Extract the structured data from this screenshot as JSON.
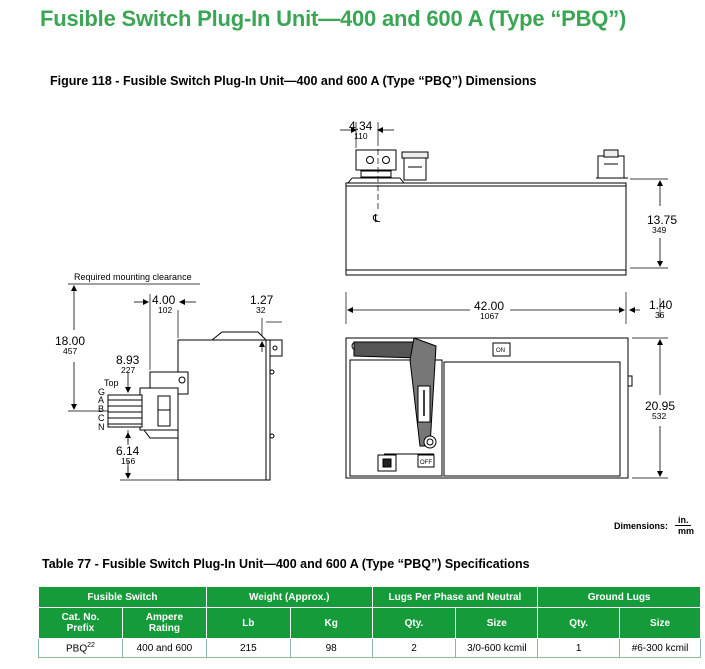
{
  "page": {
    "title": "Fusible Switch Plug-In Unit—400 and 600 A (Type “PBQ”)"
  },
  "figure": {
    "caption": "Figure 118 - Fusible Switch Plug-In Unit—400 and 600 A (Type “PBQ”) Dimensions",
    "required_clearance": "Required mounting clearance",
    "top_label": "Top",
    "phase_labels": [
      "G",
      "A",
      "B",
      "C",
      "N"
    ],
    "centerline_symbol": "℄",
    "on_label": "ON",
    "off_label": "OFF",
    "dims": {
      "top_width": {
        "in": "4.34",
        "mm": "110"
      },
      "height": {
        "in": "13.75",
        "mm": "349"
      },
      "length": {
        "in": "42.00",
        "mm": "1067"
      },
      "side_gap": {
        "in": "1.40",
        "mm": "36"
      },
      "front_height": {
        "in": "20.95",
        "mm": "532"
      },
      "clearance_height": {
        "in": "18.00",
        "mm": "457"
      },
      "offset_top": {
        "in": "4.00",
        "mm": "102"
      },
      "hook": {
        "in": "1.27",
        "mm": "32"
      },
      "stab_height": {
        "in": "8.93",
        "mm": "227"
      },
      "stab_bottom": {
        "in": "6.14",
        "mm": "156"
      }
    },
    "dimensions_legend": {
      "label": "Dimensions:",
      "unit_top": "in.",
      "unit_bottom": "mm"
    }
  },
  "table": {
    "caption": "Table 77 - Fusible Switch Plug-In Unit—400 and 600 A (Type “PBQ”) Specifications",
    "group_headers": [
      "Fusible Switch",
      "Weight (Approx.)",
      "Lugs Per Phase and Neutral",
      "Ground Lugs"
    ],
    "sub_headers": [
      "Cat. No. Prefix",
      "Ampere Rating",
      "Lb",
      "Kg",
      "Qty.",
      "Size",
      "Qty.",
      "Size"
    ],
    "rows": [
      {
        "prefix": "PBQ",
        "footnote": "22",
        "ampere": "400 and 600",
        "lb": "215",
        "kg": "98",
        "lug_qty": "2",
        "lug_size": "3/0-600 kcmil",
        "gnd_qty": "1",
        "gnd_size": "#6-300 kcmil"
      }
    ]
  }
}
